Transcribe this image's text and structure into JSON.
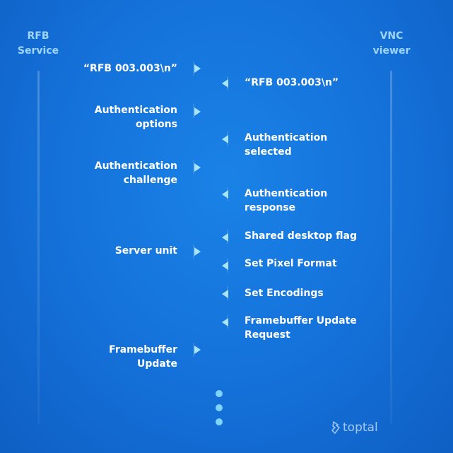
{
  "headers": {
    "left": [
      "RFB",
      "Service"
    ],
    "right": [
      "VNC",
      "viewer"
    ]
  },
  "messages": [
    {
      "side": "left",
      "lines": [
        "“RFB 003.003\\n”"
      ]
    },
    {
      "side": "right",
      "lines": [
        "“RFB 003.003\\n”"
      ]
    },
    {
      "side": "left",
      "lines": [
        "Authentication",
        "options"
      ]
    },
    {
      "side": "right",
      "lines": [
        "Authentication",
        "selected"
      ]
    },
    {
      "side": "left",
      "lines": [
        "Authentication",
        "challenge"
      ]
    },
    {
      "side": "right",
      "lines": [
        "Authentication",
        "response"
      ]
    },
    {
      "side": "right",
      "lines": [
        "Shared desktop flag"
      ]
    },
    {
      "side": "left",
      "lines": [
        "Server unit"
      ]
    },
    {
      "side": "right",
      "lines": [
        "Set Pixel Format"
      ]
    },
    {
      "side": "right",
      "lines": [
        "Set Encodings"
      ]
    },
    {
      "side": "right",
      "lines": [
        "Framebuffer Update",
        "Request"
      ]
    },
    {
      "side": "left",
      "lines": [
        "Framebuffer",
        "Update"
      ]
    }
  ],
  "logo": {
    "text": "toptal"
  }
}
